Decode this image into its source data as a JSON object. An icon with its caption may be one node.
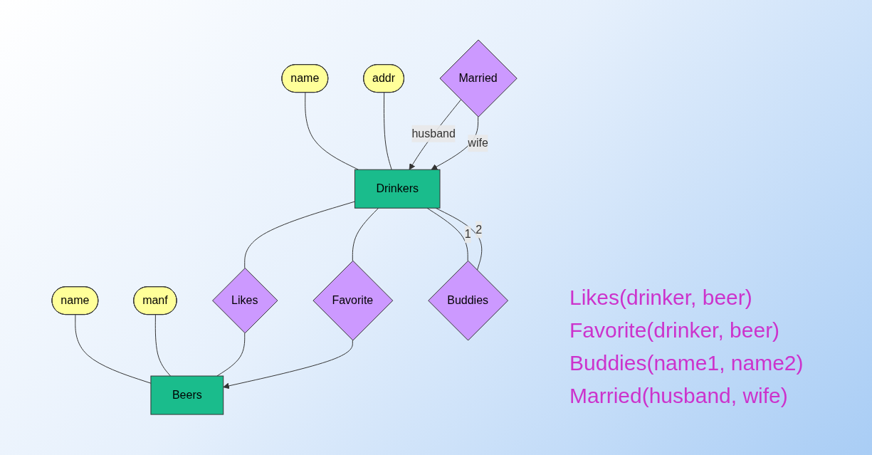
{
  "diagram": {
    "nodes": [
      {
        "text": [
          "name"
        ]
      },
      {
        "text": [
          "addr"
        ]
      },
      {
        "text": [
          "name"
        ]
      },
      {
        "text": [
          "manf"
        ]
      },
      {
        "text": [
          "Drinkers"
        ]
      },
      {
        "text": [
          "Likes"
        ]
      },
      {
        "text": [
          "Beers"
        ]
      },
      {
        "text": [
          "Favorite"
        ]
      },
      {
        "text": [
          "Buddies"
        ]
      },
      {
        "text": [
          "Married"
        ]
      }
    ],
    "edges": [
      {
        "from": 0,
        "to": 4,
        "arrow": "none"
      },
      {
        "from": 1,
        "to": 4,
        "arrow": "none"
      },
      {
        "from": 2,
        "to": 6,
        "arrow": "none"
      },
      {
        "from": 3,
        "to": 6,
        "arrow": "none"
      },
      {
        "from": 4,
        "to": 5,
        "arrow": "none"
      },
      {
        "from": 5,
        "to": 6,
        "arrow": "none"
      },
      {
        "from": 4,
        "to": 7,
        "arrow": "none"
      },
      {
        "from": 7,
        "to": 6,
        "arrow": "to"
      },
      {
        "from": 4,
        "to": 8,
        "arrow": "none",
        "label": "1"
      },
      {
        "from": 4,
        "to": 8,
        "arrow": "none",
        "label": "2"
      },
      {
        "from": 9,
        "to": 4,
        "arrow": "to",
        "label": "husband"
      },
      {
        "from": 9,
        "to": 4,
        "arrow": "to",
        "label": "wife"
      }
    ],
    "labels": [
      "Likes(drinker, beer)",
      "Favorite(drinker, beer)",
      "Buddies(name1, name2)",
      "Married(husband, wife)"
    ]
  }
}
